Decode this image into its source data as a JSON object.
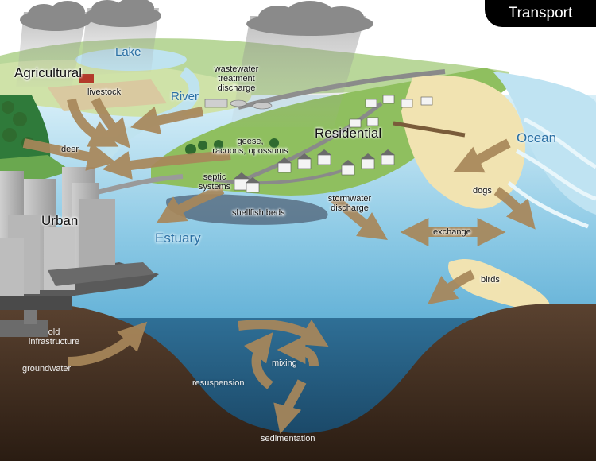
{
  "title": "Transport",
  "regions": {
    "agricultural": "Agricultural",
    "lake": "Lake",
    "river": "River",
    "residential": "Residential",
    "ocean": "Ocean",
    "urban": "Urban",
    "estuary": "Estuary"
  },
  "labels": {
    "livestock": "livestock",
    "wastewater_1": "wastewater",
    "wastewater_2": "treatment",
    "wastewater_3": "discharge",
    "deer": "deer",
    "geese_1": "geese,",
    "geese_2": "racoons, opossums",
    "septic_1": "septic",
    "septic_2": "systems",
    "shellfish": "shellfish beds",
    "stormwater_1": "stormwater",
    "stormwater_2": "discharge",
    "dogs": "dogs",
    "exchange": "exchange",
    "birds": "birds",
    "old_infra_1": "old",
    "old_infra_2": "infrastructure",
    "groundwater": "groundwater",
    "mixing": "mixing",
    "resuspension": "resuspension",
    "sedimentation": "sedimentation"
  },
  "colors": {
    "arrow": "#a8875a",
    "water": "#8fcbe6",
    "deep_water": "#3a7fa8",
    "sediment": "#3a2a1c",
    "land": "#9dc76a",
    "beach": "#f1e3b1",
    "sky": "#ffffff"
  }
}
